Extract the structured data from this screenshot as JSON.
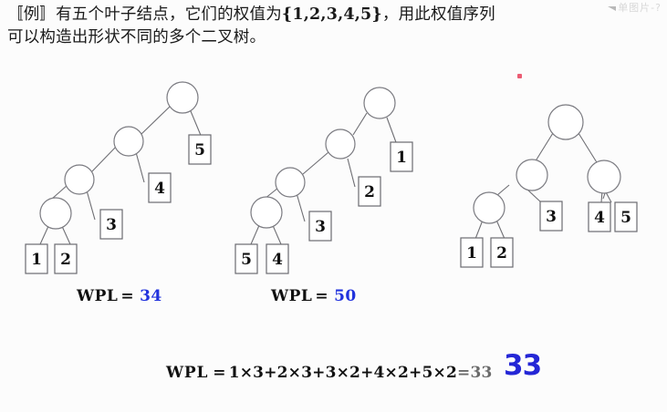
{
  "slide": {
    "heading_line1_prefix": "〚例〛有五个叶子结点，它们的权值为",
    "heading_set": "{1,2,3,4,5}",
    "heading_line1_suffix": "，用此权值序列",
    "heading_line2": "可以构造出形状不同的多个二叉树。",
    "watermark": "单图片-?"
  },
  "colors": {
    "accent_blue": "#2233dd",
    "annotation_blue": "#2426d6",
    "node_stroke": "#7a7a80",
    "edge_stroke": "#6e6e73",
    "text": "#111111",
    "red_dot": "#e8405a"
  },
  "trees": [
    {
      "id": "tree-1",
      "caption_label": "WPL",
      "caption_eq": "=",
      "caption_value": "34",
      "leaves": [
        "1",
        "2",
        "3",
        "4",
        "5"
      ],
      "shape": "right-skewed-comb"
    },
    {
      "id": "tree-2",
      "caption_label": "WPL",
      "caption_eq": "=",
      "caption_value": "50",
      "leaves": [
        "5",
        "4",
        "3",
        "2",
        "1"
      ],
      "shape": "right-skewed-comb"
    },
    {
      "id": "tree-3",
      "caption_label": "",
      "caption_eq": "",
      "caption_value": "",
      "leaves": [
        "1",
        "2",
        "3",
        "4",
        "5"
      ],
      "shape": "balanced"
    }
  ],
  "formula": {
    "label": "WPL",
    "equals": "=",
    "terms": "1×3+2×3+3×2+4×2+5×2",
    "tail_equals": "=",
    "printed_result": "33",
    "annotation_result": "33"
  },
  "chart_data": {
    "type": "diagram",
    "title": "Binary trees with leaf weights {1,2,3,4,5} and their WPL",
    "items": [
      {
        "name": "tree-1",
        "leaves": [
          {
            "weight": 1,
            "depth": 4
          },
          {
            "weight": 2,
            "depth": 4
          },
          {
            "weight": 3,
            "depth": 3
          },
          {
            "weight": 4,
            "depth": 2
          },
          {
            "weight": 5,
            "depth": 1
          }
        ],
        "wpl": 34
      },
      {
        "name": "tree-2",
        "leaves": [
          {
            "weight": 5,
            "depth": 4
          },
          {
            "weight": 4,
            "depth": 4
          },
          {
            "weight": 3,
            "depth": 3
          },
          {
            "weight": 2,
            "depth": 2
          },
          {
            "weight": 1,
            "depth": 1
          }
        ],
        "wpl": 50
      },
      {
        "name": "tree-3",
        "leaves": [
          {
            "weight": 1,
            "depth": 3
          },
          {
            "weight": 2,
            "depth": 3
          },
          {
            "weight": 3,
            "depth": 2
          },
          {
            "weight": 4,
            "depth": 2
          },
          {
            "weight": 5,
            "depth": 2
          }
        ],
        "wpl": 33
      }
    ]
  }
}
